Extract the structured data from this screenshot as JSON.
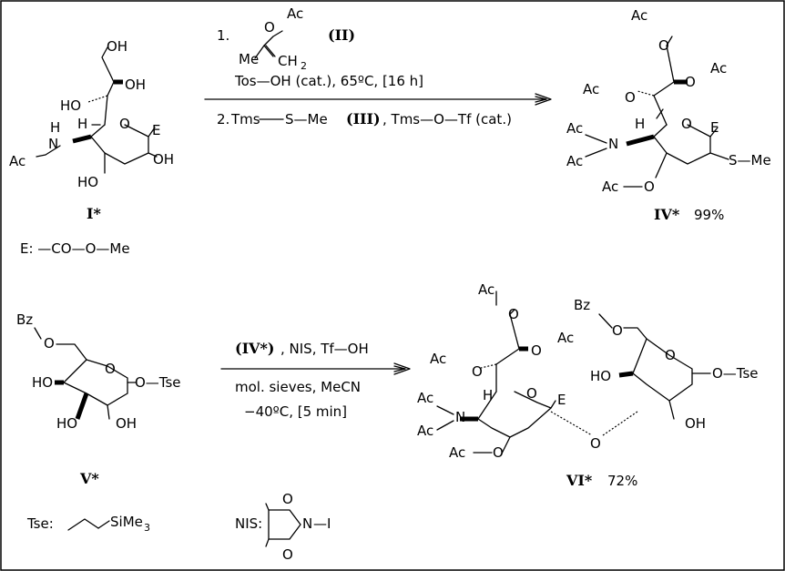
{
  "atoms": {
    "oh": "OH",
    "ho": "HO",
    "h": "H",
    "n": "N",
    "o": "O",
    "e": "E",
    "ac": "Ac",
    "bz": "Bz",
    "me": "Me",
    "ch": "CH",
    "sub2": "2",
    "sub3": "3",
    "s_me": "S—Me",
    "o_tse": "O—Tse",
    "o_ac": "O",
    "i": "I",
    "si": "SiMe",
    "dash_i": "—I"
  },
  "compounds": {
    "I": "I*",
    "IV": "IV*",
    "IV_yield": "99%",
    "V": "V*",
    "VI": "VI*",
    "VI_yield": "72%"
  },
  "step1": {
    "num1": "1.",
    "reagent_II": "(II)",
    "cond1": "Tos—OH (cat.), 65ºC,  [16 h]",
    "num2": "2.",
    "tms": "Tms",
    "s_me": "S—Me",
    "reagent_III": "(III)",
    "cond2": ", Tms—O—Tf (cat.)"
  },
  "step2": {
    "reagent_IV": "(IV*)",
    "cond1": " , NIS, Tf—OH",
    "cond2": "mol. sieves, MeCN",
    "cond3": "−40ºC,  [5 min]"
  },
  "legend": {
    "e_def": "E: —CO—O—Me",
    "tse_label": "Tse:",
    "nis_label": "NIS:"
  }
}
